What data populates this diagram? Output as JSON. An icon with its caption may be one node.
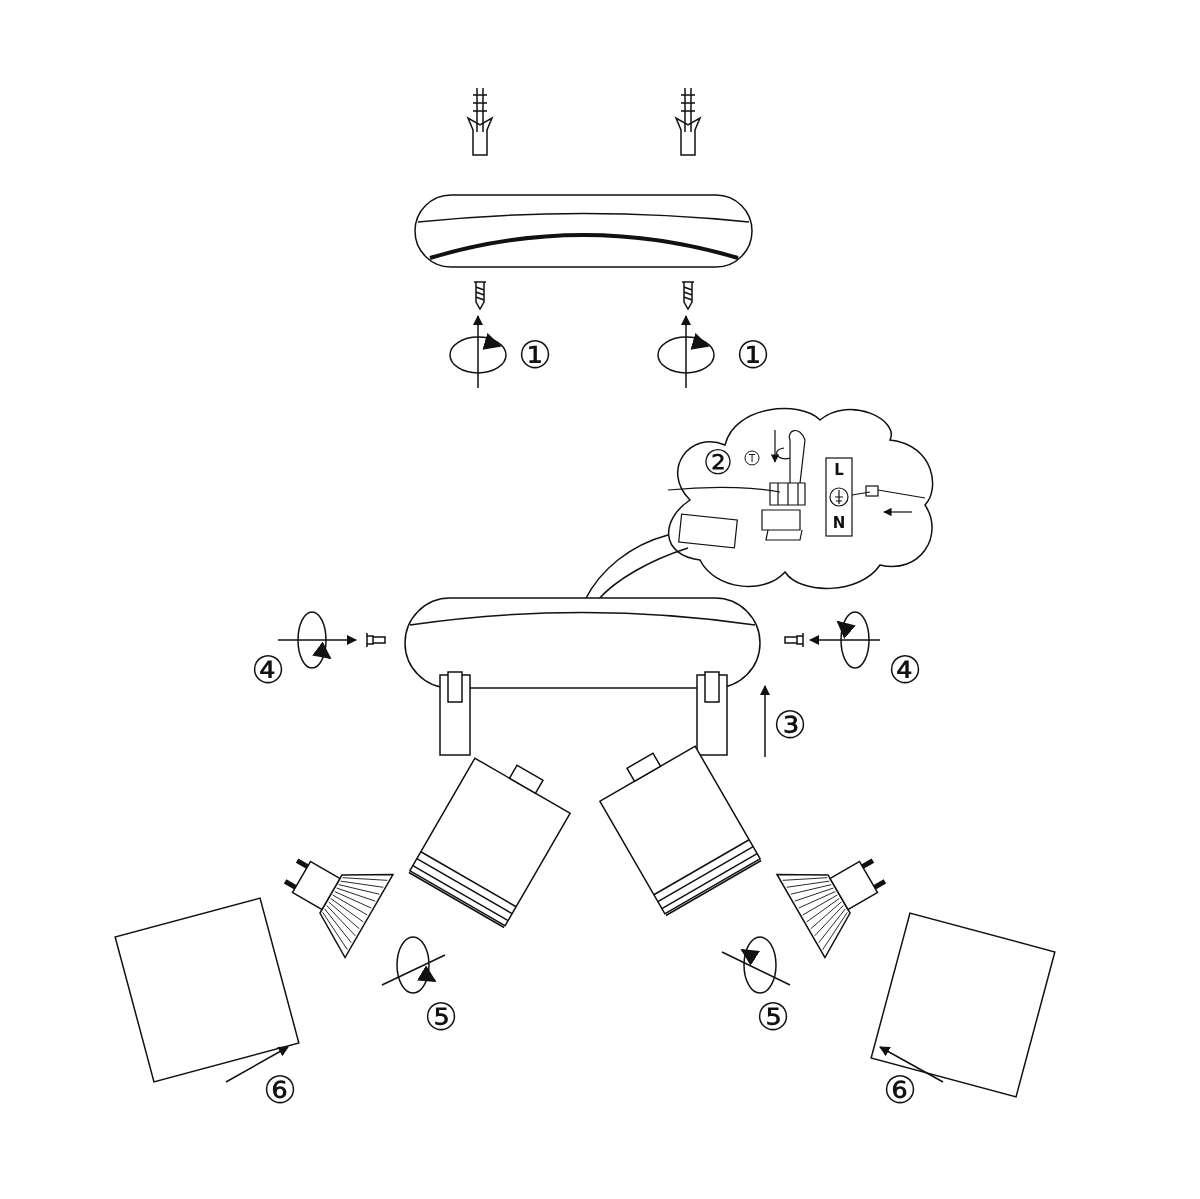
{
  "diagram": {
    "labels": [
      "①",
      "①",
      "②",
      "T",
      "L",
      "N",
      "④",
      "④",
      "③",
      "⑤",
      "⑤",
      "⑥",
      "⑥"
    ]
  }
}
